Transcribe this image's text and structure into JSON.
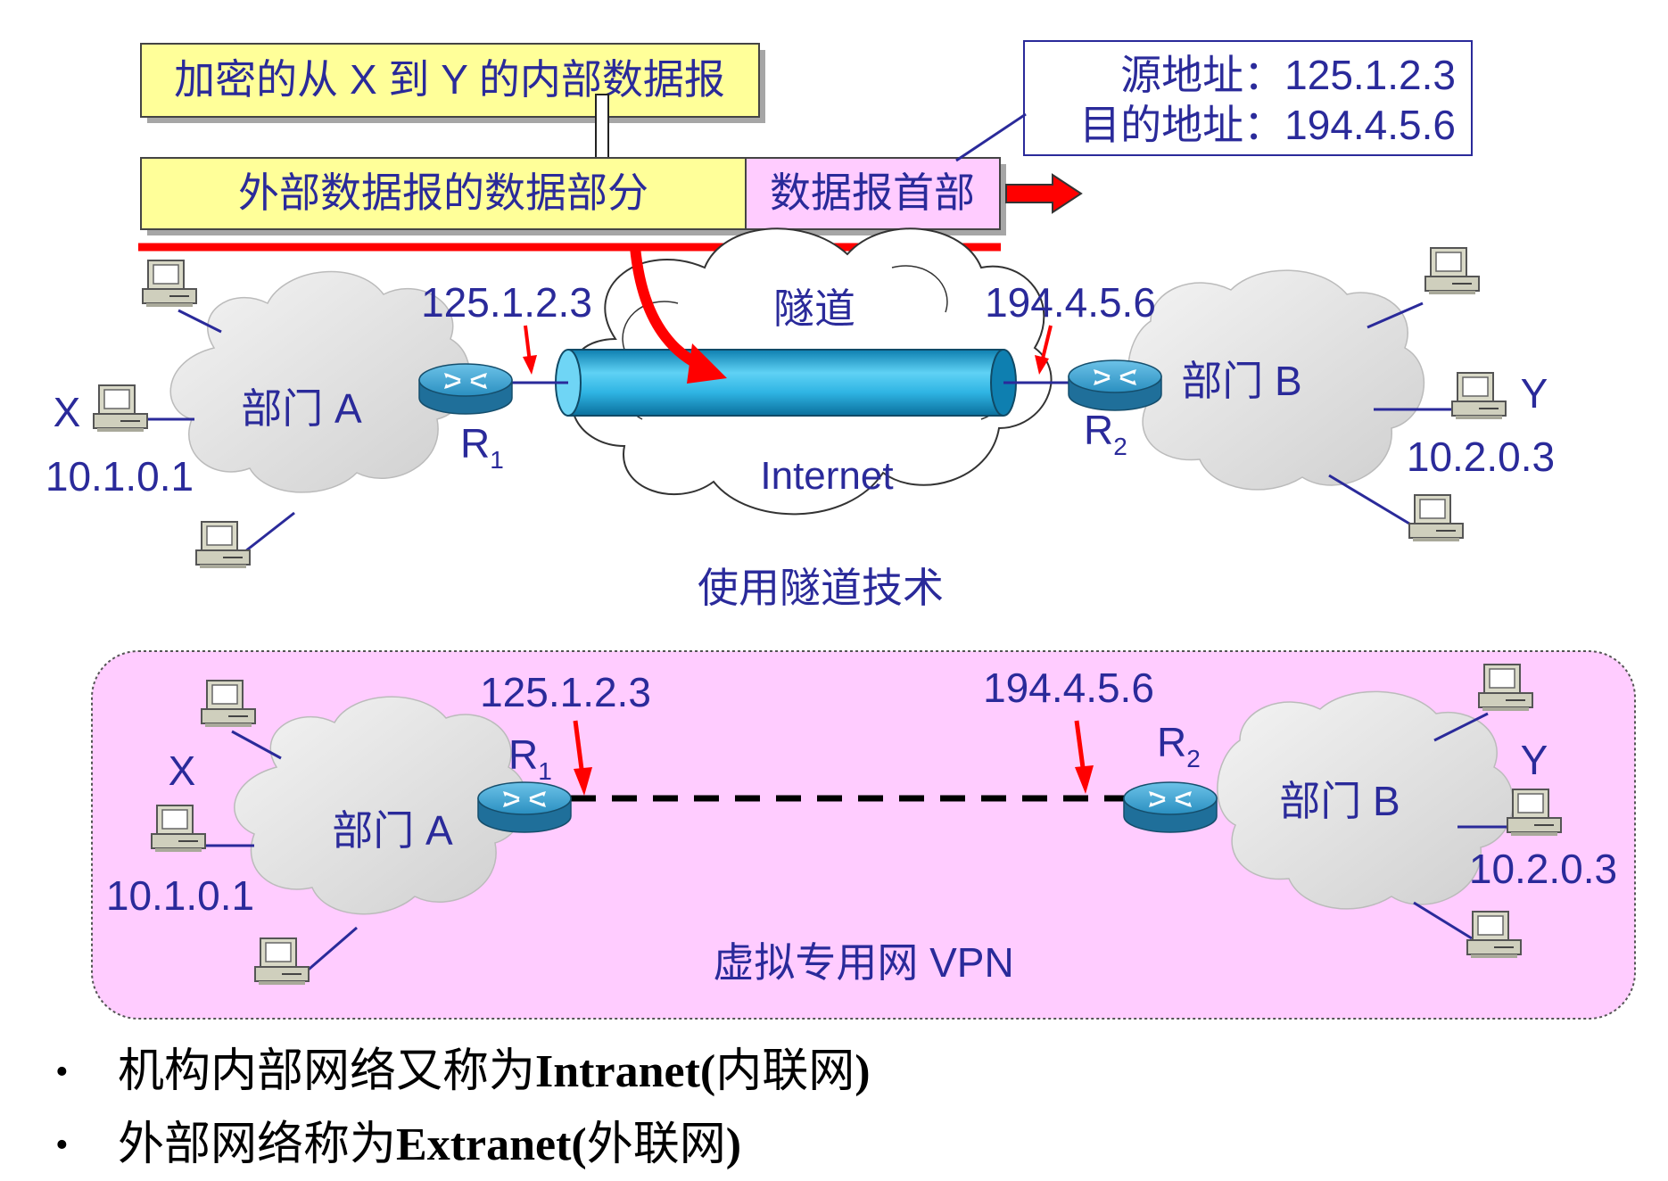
{
  "packet": {
    "inner_label": "加密的从 X 到 Y 的内部数据报",
    "data_label": "外部数据报的数据部分",
    "header_label": "数据报首部",
    "src_prefix": "源地址：",
    "src_value": "125.1.2.3",
    "dst_prefix": "目的地址：",
    "dst_value": "194.4.5.6"
  },
  "top": {
    "r1_ip": "125.1.2.3",
    "r2_ip": "194.4.5.6",
    "tunnel_label": "隧道",
    "internet_label": "Internet",
    "dept_a": "部门 A",
    "dept_b": "部门 B",
    "r1": "R",
    "r1_sub": "1",
    "r2": "R",
    "r2_sub": "2",
    "x": "X",
    "x_ip": "10.1.0.1",
    "y": "Y",
    "y_ip": "10.2.0.3",
    "caption": "使用隧道技术"
  },
  "bottom": {
    "r1_ip": "125.1.2.3",
    "r2_ip": "194.4.5.6",
    "dept_a": "部门 A",
    "dept_b": "部门 B",
    "r1": "R",
    "r1_sub": "1",
    "r2": "R",
    "r2_sub": "2",
    "x": "X",
    "x_ip": "10.1.0.1",
    "y": "Y",
    "y_ip": "10.2.0.3",
    "caption": "虚拟专用网 VPN"
  },
  "bullets": [
    {
      "pre": "机构内部网络又称为",
      "en": "Intranet(",
      "post": "内联网",
      "close": ")"
    },
    {
      "pre": "外部网络称为",
      "en": "Extranet(",
      "post": "外联网",
      "close": ")"
    }
  ],
  "colors": {
    "text_blue": "#2a2a9a",
    "yellow_box": "#ffff99",
    "pink_box": "#ffccff",
    "vpn_bg": "#ffccff",
    "red": "#ff0000",
    "cloud_fill": "#e8e8e8",
    "pipe": "#29b6e6",
    "router": "#2a8fc0"
  }
}
